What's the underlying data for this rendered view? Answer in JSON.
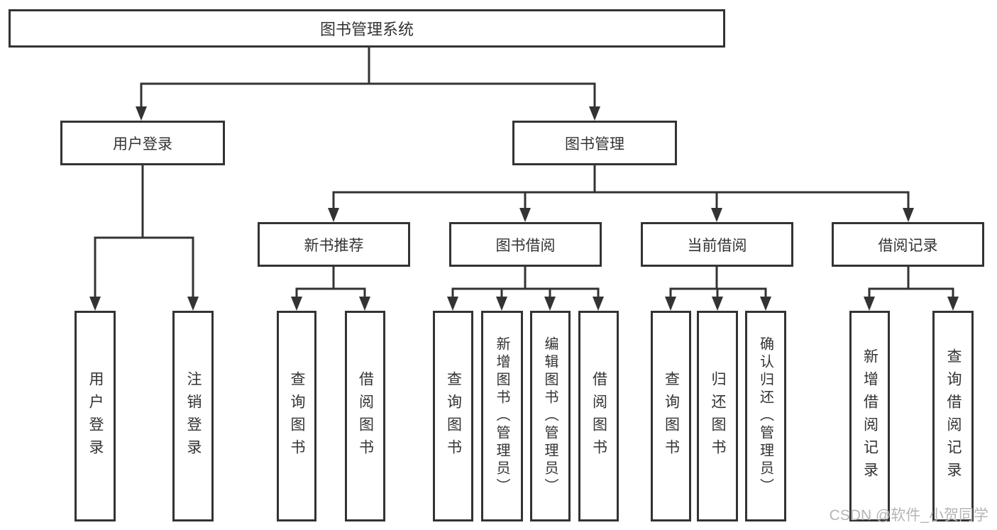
{
  "diagram_type": "functional-structure-tree",
  "tree": {
    "label": "图书管理系统",
    "children": [
      {
        "label": "用户登录",
        "children": [
          {
            "label": "用户登录"
          },
          {
            "label": "注销登录"
          }
        ]
      },
      {
        "label": "图书管理",
        "children": [
          {
            "label": "新书推荐",
            "children": [
              {
                "label": "查询图书"
              },
              {
                "label": "借阅图书"
              }
            ]
          },
          {
            "label": "图书借阅",
            "children": [
              {
                "label": "查询图书"
              },
              {
                "label": "新增图书（管理员）"
              },
              {
                "label": "编辑图书（管理员）"
              },
              {
                "label": "借阅图书"
              }
            ]
          },
          {
            "label": "当前借阅",
            "children": [
              {
                "label": "查询图书"
              },
              {
                "label": "归还图书"
              },
              {
                "label": "确认归还（管理员）"
              }
            ]
          },
          {
            "label": "借阅记录",
            "children": [
              {
                "label": "新增借阅记录"
              },
              {
                "label": "查询借阅记录"
              }
            ]
          }
        ]
      }
    ]
  },
  "watermark": "CSDN @软件_小贺同学",
  "colors": {
    "line": "#333333",
    "box_border": "#333333",
    "text": "#333333",
    "background": "#ffffff",
    "watermark": "#b5b5b5"
  }
}
